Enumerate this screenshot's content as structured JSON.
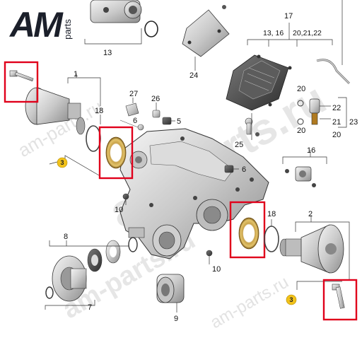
{
  "logo": {
    "main": "AM",
    "sub": "parts"
  },
  "watermark": {
    "small": "am-parts.ru",
    "large": "am-parts.ru"
  },
  "highlight_color": "#e0001b",
  "badge_color": "#f2c21a",
  "callouts": {
    "c1": "1",
    "c2": "2",
    "c3a": "3",
    "c3b": "3",
    "c5": "5",
    "c6a": "6",
    "c6b": "6",
    "c7": "7",
    "c8": "8",
    "c9": "9",
    "c10a": "10",
    "c10b": "10",
    "c13": "13",
    "c16a": "16",
    "c16b": "13, 16",
    "c17": "17",
    "c18a": "18",
    "c18b": "18",
    "c20a": "20",
    "c20b": "20",
    "c20c": "20",
    "c2022": "20,21,22",
    "c21": "21",
    "c22": "22",
    "c23": "23",
    "c24": "24",
    "c25": "25",
    "c26": "26",
    "c27": "27"
  }
}
